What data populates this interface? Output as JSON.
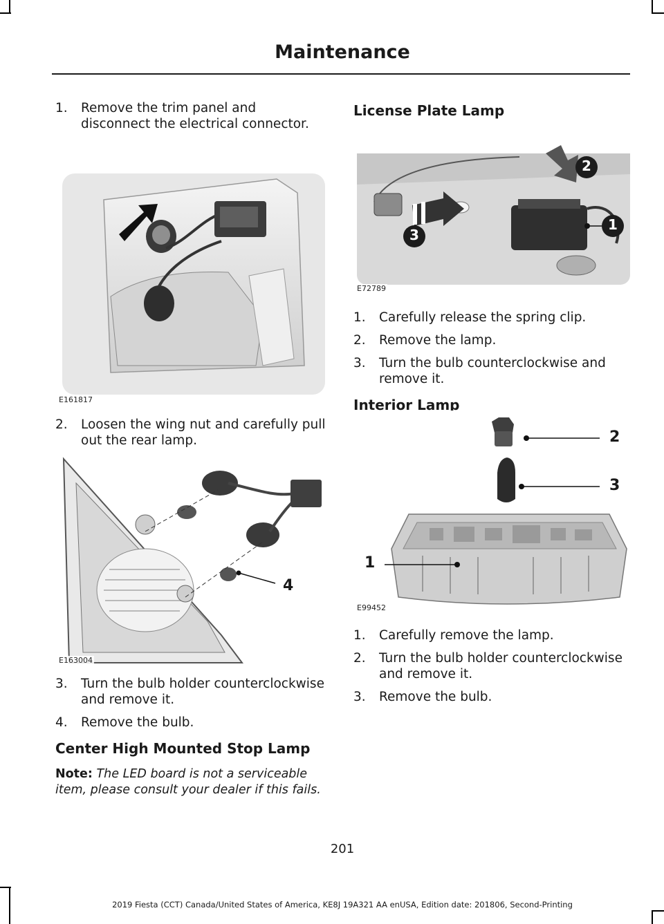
{
  "header": {
    "title": "Maintenance"
  },
  "left": {
    "step1": {
      "num": "1.",
      "text": "Remove the trim panel and disconnect the electrical connector."
    },
    "fig1_code": "E161817",
    "step2": {
      "num": "2.",
      "text": "Loosen the wing nut and carefully pull out the rear lamp."
    },
    "fig2_code": "E163004",
    "fig2_callout": "4",
    "steps_after": [
      {
        "num": "3.",
        "text": "Turn the bulb holder counterclockwise and remove it."
      },
      {
        "num": "4.",
        "text": "Remove the bulb."
      }
    ],
    "chmsl_heading": "Center High Mounted Stop Lamp",
    "note_label": "Note:",
    "note_text": "The LED board is not a serviceable item, please consult your dealer if this fails."
  },
  "right": {
    "license_heading": "License Plate Lamp",
    "fig3_code": "E72789",
    "fig3_callouts": [
      "1",
      "2",
      "3"
    ],
    "license_steps": [
      {
        "num": "1.",
        "text": "Carefully release the spring clip."
      },
      {
        "num": "2.",
        "text": "Remove the lamp."
      },
      {
        "num": "3.",
        "text": "Turn the bulb counterclockwise and remove it."
      }
    ],
    "interior_heading": "Interior Lamp",
    "fig4_code": "E99452",
    "fig4_callouts": [
      "1",
      "2",
      "3"
    ],
    "interior_steps": [
      {
        "num": "1.",
        "text": "Carefully remove the lamp."
      },
      {
        "num": "2.",
        "text": "Turn the bulb holder counterclockwise and remove it."
      },
      {
        "num": "3.",
        "text": "Remove the bulb."
      }
    ]
  },
  "footer": {
    "page_number": "201",
    "text": "2019 Fiesta (CCT) Canada/United States of America, KE8J 19A321 AA enUSA, Edition date: 201806, Second-Printing"
  }
}
